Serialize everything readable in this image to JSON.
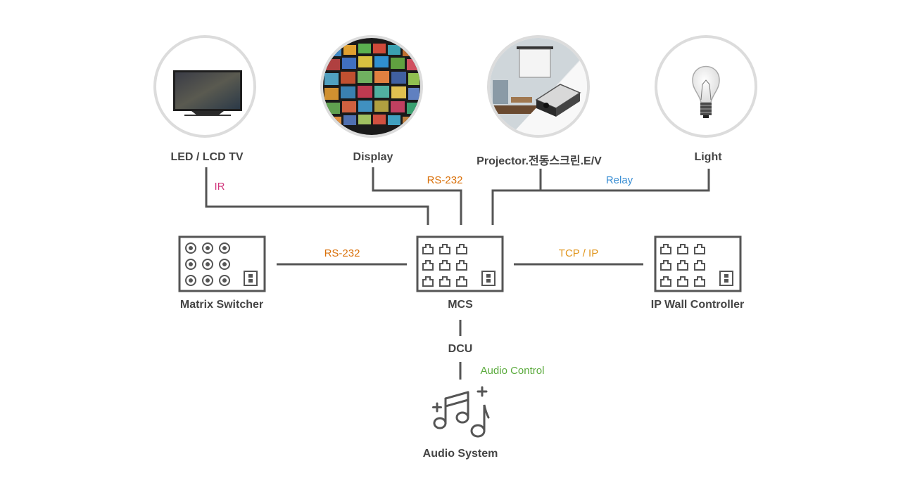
{
  "devices": {
    "tv": {
      "label": "LED / LCD TV",
      "icon": "tv-icon"
    },
    "display": {
      "label": "Display",
      "icon": "video-wall-icon"
    },
    "projector": {
      "label": "Projector.전동스크린.E/V",
      "icon": "projector-icon"
    },
    "light": {
      "label": "Light",
      "icon": "light-bulb-icon"
    },
    "matrix": {
      "label": "Matrix Switcher",
      "icon": "matrix-switcher-icon"
    },
    "mcs": {
      "label": "MCS",
      "icon": "controller-icon"
    },
    "ipwall": {
      "label": "IP Wall Controller",
      "icon": "controller-icon"
    },
    "dcu": {
      "label": "DCU"
    },
    "audio": {
      "label": "Audio System",
      "icon": "music-notes-icon"
    }
  },
  "connections": {
    "ir": {
      "label": "IR",
      "color": "#d0337a"
    },
    "rs232_top": {
      "label": "RS-232",
      "color": "#d9700a"
    },
    "relay": {
      "label": "Relay",
      "color": "#3b8fd4"
    },
    "rs232_left": {
      "label": "RS-232",
      "color": "#d9700a"
    },
    "tcpip": {
      "label": "TCP / IP",
      "color": "#e0941a"
    },
    "audio_control": {
      "label": "Audio Control",
      "color": "#5aaa3c"
    }
  },
  "colors": {
    "line": "#555555",
    "ring": "#dcdcdc",
    "text": "#444444"
  }
}
